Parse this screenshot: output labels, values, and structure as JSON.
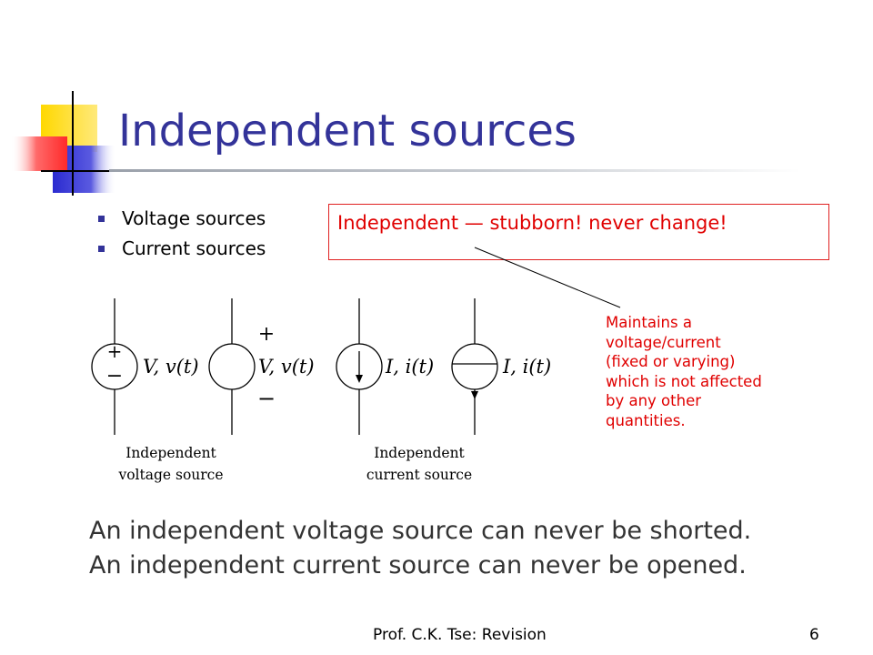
{
  "slide": {
    "title": "Independent sources",
    "bullets": [
      "Voltage sources",
      "Current sources"
    ],
    "callout": "Independent — stubborn! never change!",
    "note_lines": [
      "Maintains a",
      "voltage/current",
      "(fixed or varying)",
      "which is not affected",
      "by any other",
      "quantities."
    ],
    "statements": [
      "An independent voltage source can never be shorted.",
      "An independent current source can never be opened."
    ],
    "footer": "Prof. C.K. Tse: Revision",
    "page_number": "6"
  },
  "figure": {
    "source1_plus": "+",
    "source1_minus": "−",
    "source1_label": "V, v(t)",
    "source2_plus": "+",
    "source2_minus": "−",
    "source2_label": "V, v(t)",
    "source3_label": "I, i(t)",
    "source4_label": "I, i(t)",
    "voltage_caption": [
      "Independent",
      "voltage source"
    ],
    "current_caption": [
      "Independent",
      "current source"
    ]
  },
  "colors": {
    "title": "#333399",
    "accent_red": "#e00000",
    "deco_yellow": "#ffd700",
    "deco_blue": "#3333cc"
  }
}
